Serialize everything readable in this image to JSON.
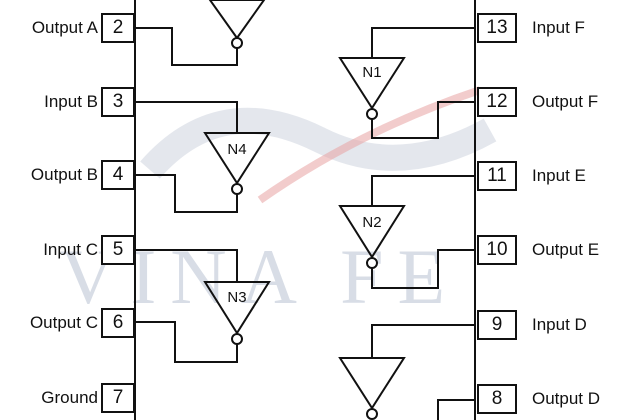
{
  "watermark": {
    "text": "VINA FE"
  },
  "left_pins": [
    {
      "number": "2",
      "label": "Output A"
    },
    {
      "number": "3",
      "label": "Input B"
    },
    {
      "number": "4",
      "label": "Output B"
    },
    {
      "number": "5",
      "label": "Input C"
    },
    {
      "number": "6",
      "label": "Output C"
    },
    {
      "number": "7",
      "label": "Ground"
    }
  ],
  "right_pins": [
    {
      "number": "13",
      "label": "Input F"
    },
    {
      "number": "12",
      "label": "Output F"
    },
    {
      "number": "11",
      "label": "Input E"
    },
    {
      "number": "10",
      "label": "Output E"
    },
    {
      "number": "9",
      "label": "Input D"
    },
    {
      "number": "8",
      "label": "Output D"
    }
  ],
  "gates": [
    {
      "id": "N1"
    },
    {
      "id": "N4"
    },
    {
      "id": "N2"
    },
    {
      "id": "N3"
    }
  ],
  "colors": {
    "line": "#111111",
    "watermark": "#b9c3d3",
    "accent": "#d9534f"
  }
}
